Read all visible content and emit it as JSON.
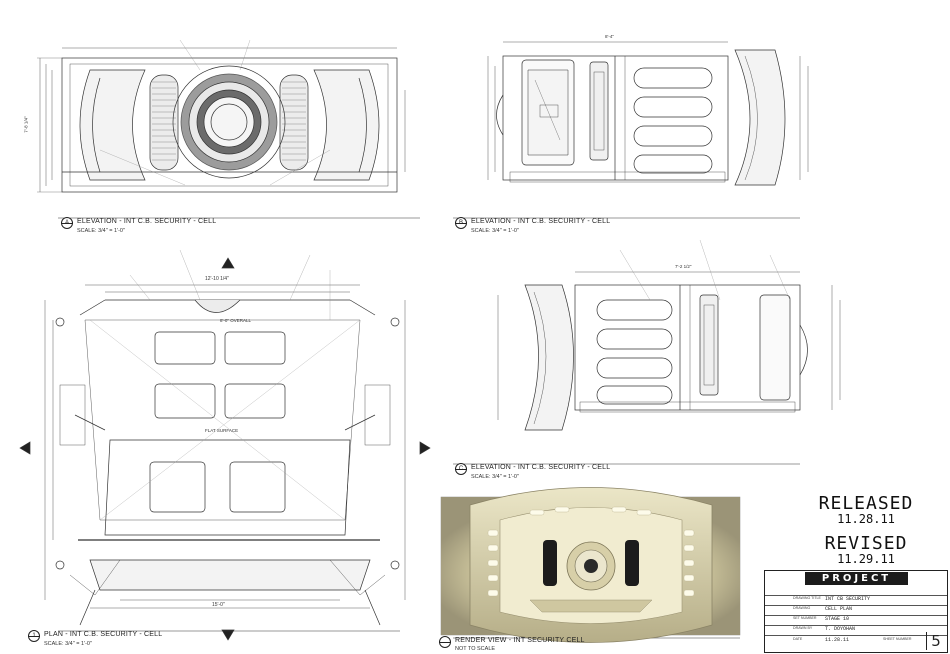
{
  "views": [
    {
      "letter": "A",
      "title": "ELEVATION - INT C.B. SECURITY - CELL",
      "scale": "SCALE: 3/4\" = 1'-0\""
    },
    {
      "letter": "B",
      "title": "ELEVATION - INT C.B. SECURITY - CELL",
      "scale": "SCALE: 3/4\" = 1'-0\""
    },
    {
      "letter": "C",
      "title": "ELEVATION - INT C.B. SECURITY - CELL",
      "scale": "SCALE: 3/4\" = 1'-0\""
    },
    {
      "letter": "1",
      "title": "PLAN - INT C.B. SECURITY - CELL",
      "scale": "SCALE: 3/4\" = 1'-0\""
    }
  ],
  "render": {
    "title": "RENDER VIEW - INT SECURITY CELL",
    "scale": "NOT TO SCALE"
  },
  "released": {
    "label": "RELEASED",
    "date": "11.28.11"
  },
  "revised": {
    "label": "REVISED",
    "date": "11.29.11"
  },
  "dims": {
    "plan_top": "12'-10 1/4\"",
    "plan_bottom": "15'-0\"",
    "flat_surface": "FLAT SURFACE",
    "overall": "8'-0\" OVERALL",
    "a_height": "7'-8 1/4\"",
    "b_width": "8'-4\"",
    "c_width": "7'-2 1/2\""
  },
  "title_block": {
    "logo": "PROJECT",
    "sheet_title_label": "DRAWING TITLE",
    "sheet_title": "INT CB SECURITY",
    "drawing_label": "DRAWING",
    "drawing": "CELL PLAN",
    "set_label": "SET NUMBER",
    "set": "STAGE 10",
    "drawn_label": "DRAWN BY",
    "drawn": "T. DOYOHAN",
    "date_label": "DATE",
    "date": "11.28.11",
    "no_label": "SHEET NUMBER",
    "no": "5"
  }
}
